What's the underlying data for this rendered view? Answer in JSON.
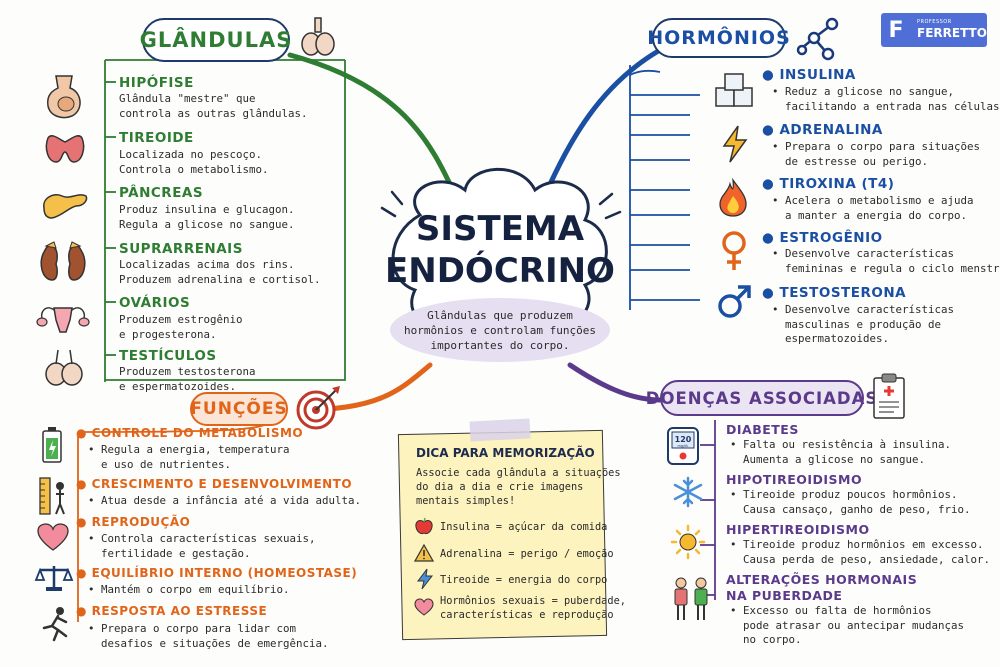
{
  "center": {
    "title_line1": "SISTEMA",
    "title_line2": "ENDÓCRINO",
    "subtitle": "Glândulas que produzem hormônios e controlam funções importantes do corpo.",
    "subtitle_lines": [
      "Glândulas que produzem",
      "hormônios e controlam funções",
      "importantes do corpo."
    ]
  },
  "logo": {
    "small": "PROFESSOR",
    "name": "FERRETTO",
    "mark": "F"
  },
  "glandulas": {
    "title": "GLÂNDULAS",
    "color": "#2e7d32",
    "items": [
      {
        "title": "HIPÓFISE",
        "desc": [
          "Glândula \"mestre\" que",
          "controla as outras glândulas."
        ],
        "icon": "pituitary-icon"
      },
      {
        "title": "TIREOIDE",
        "desc": [
          "Localizada no pescoço.",
          "Controla o metabolismo."
        ],
        "icon": "thyroid-icon"
      },
      {
        "title": "PÂNCREAS",
        "desc": [
          "Produz insulina e glucagon.",
          "Regula a glicose no sangue."
        ],
        "icon": "pancreas-icon"
      },
      {
        "title": "SUPRARRENAIS",
        "desc": [
          "Localizadas acima dos rins.",
          "Produzem adrenalina e cortisol."
        ],
        "icon": "kidneys-icon"
      },
      {
        "title": "OVÁRIOS",
        "desc": [
          "Produzem estrogênio",
          "e progesterona."
        ],
        "icon": "ovaries-icon"
      },
      {
        "title": "TESTÍCULOS",
        "desc": [
          "Produzem testosterona",
          "e espermatozoides."
        ],
        "icon": "testicles-icon"
      }
    ]
  },
  "hormonios": {
    "title": "HORMÔNIOS",
    "color": "#1a4fa3",
    "items": [
      {
        "title": "INSULINA",
        "desc": [
          "Reduz a glicose no sangue,",
          "facilitando a entrada nas células."
        ],
        "icon": "sugar-cubes-icon"
      },
      {
        "title": "ADRENALINA",
        "desc": [
          "Prepara o corpo para situações",
          "de estresse ou perigo."
        ],
        "icon": "lightning-icon"
      },
      {
        "title": "TIROXINA (T4)",
        "desc": [
          "Acelera o metabolismo e ajuda",
          "a manter a energia do corpo."
        ],
        "icon": "flame-icon"
      },
      {
        "title": "ESTROGÊNIO",
        "desc": [
          "Desenvolve características",
          "femininas e regula o ciclo menstrual."
        ],
        "icon": "female-symbol-icon"
      },
      {
        "title": "TESTOSTERONA",
        "desc": [
          "Desenvolve características",
          "masculinas e produção de",
          "espermatozoides."
        ],
        "icon": "male-symbol-icon"
      }
    ]
  },
  "funcoes": {
    "title": "FUNÇÕES",
    "color": "#e0651a",
    "items": [
      {
        "title": "CONTROLE DO METABOLISMO",
        "desc": [
          "Regula a energia, temperatura",
          "e uso de nutrientes."
        ],
        "icon": "battery-icon"
      },
      {
        "title": "CRESCIMENTO E DESENVOLVIMENTO",
        "desc": [
          "Atua desde a infância até a vida adulta."
        ],
        "icon": "ruler-icon"
      },
      {
        "title": "REPRODUÇÃO",
        "desc": [
          "Controla características sexuais,",
          "fertilidade e gestação."
        ],
        "icon": "heart-icon"
      },
      {
        "title": "EQUILÍBRIO INTERNO (HOMEOSTASE)",
        "desc": [
          "Mantém o corpo em equilíbrio."
        ],
        "icon": "balance-scale-icon"
      },
      {
        "title": "RESPOSTA AO ESTRESSE",
        "desc": [
          "Prepara o corpo para lidar com",
          "desafios e situações de emergência."
        ],
        "icon": "running-person-icon"
      }
    ]
  },
  "doencas": {
    "title": "DOENÇAS ASSOCIADAS",
    "color": "#5b3a8c",
    "items": [
      {
        "title": "DIABETES",
        "desc": [
          "Falta ou resistência à insulina.",
          "Aumenta a glicose no sangue."
        ],
        "icon": "glucometer-icon",
        "meter": "120",
        "meter_unit": "mg/dL"
      },
      {
        "title": "HIPOTIREOIDISMO",
        "desc": [
          "Tireoide produz poucos hormônios.",
          "Causa cansaço, ganho de peso, frio."
        ],
        "icon": "snowflake-icon"
      },
      {
        "title": "HIPERTIREOIDISMO",
        "desc": [
          "Tireoide produz hormônios em excesso.",
          "Causa perda de peso, ansiedade, calor."
        ],
        "icon": "sun-icon"
      },
      {
        "title_lines": [
          "ALTERAÇÕES HORMONAIS",
          "NA PUBERDADE"
        ],
        "desc": [
          "Excesso ou falta de hormônios",
          "pode atrasar ou antecipar mudanças",
          "no corpo."
        ],
        "icon": "teens-icon"
      }
    ]
  },
  "dica": {
    "title": "DICA PARA MEMORIZAÇÃO",
    "intro": [
      "Associe cada glândula a situações",
      "do dia a dia e crie imagens",
      "mentais simples!"
    ],
    "items": [
      {
        "text": [
          "Insulina = açúcar da comida"
        ],
        "icon": "apple-icon"
      },
      {
        "text": [
          "Adrenalina = perigo / emoção"
        ],
        "icon": "warning-icon"
      },
      {
        "text": [
          "Tireoide = energia do corpo"
        ],
        "icon": "bolt-icon"
      },
      {
        "text": [
          "Hormônios sexuais = puberdade,",
          "características e reprodução"
        ],
        "icon": "heart-small-icon"
      }
    ]
  }
}
